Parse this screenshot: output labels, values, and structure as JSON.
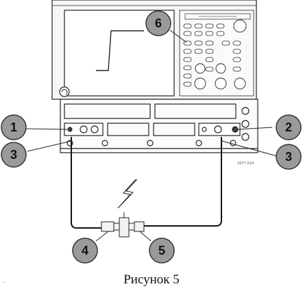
{
  "figure": {
    "caption": "Рисунок 5",
    "part_label": "1977-014",
    "stray_mark": "."
  },
  "callouts": [
    {
      "id": "c6",
      "label": "6"
    },
    {
      "id": "c1",
      "label": "1"
    },
    {
      "id": "c2",
      "label": "2"
    },
    {
      "id": "c3l",
      "label": "3"
    },
    {
      "id": "c3r",
      "label": "3"
    },
    {
      "id": "c4",
      "label": "4"
    },
    {
      "id": "c5",
      "label": "5"
    }
  ],
  "icons": [
    "lightning-bolt-icon",
    "connector-icon"
  ],
  "colors": {
    "outline": "#222222",
    "callout_fill": "#9a9a9a",
    "panel": "#f4f4f4"
  }
}
